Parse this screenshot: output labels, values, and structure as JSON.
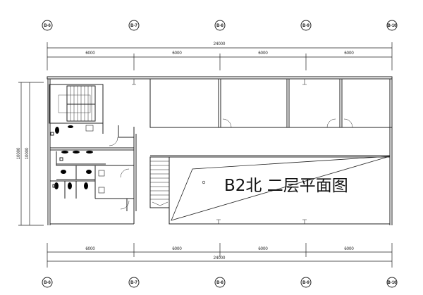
{
  "title": "B2北 二层平面图",
  "axes": [
    "B-6",
    "B-7",
    "B-8",
    "B-9",
    "B-10"
  ],
  "dimensions": {
    "top_total": "24000",
    "top_spans": [
      "6000",
      "6000",
      "6000",
      "6000"
    ],
    "bottom_spans": [
      "6000",
      "6000",
      "6000",
      "6000"
    ],
    "bottom_total": "24000",
    "left_outer": "10000",
    "left_inner": "10000"
  }
}
